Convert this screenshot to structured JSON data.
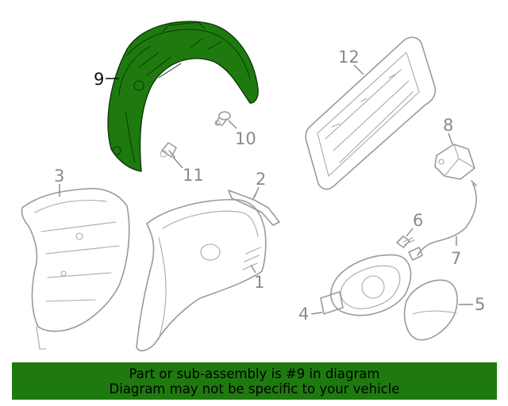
{
  "callouts": [
    "1",
    "2",
    "3",
    "4",
    "5",
    "6",
    "7",
    "8",
    "9",
    "10",
    "11",
    "12"
  ],
  "highlighted_part": "9",
  "highlight_color": "#1e7a0f",
  "line_color": "#9a9a9a",
  "banner": {
    "line1": "Part or sub-assembly is #9 in diagram",
    "line2": "Diagram may not be specific to your vehicle"
  }
}
